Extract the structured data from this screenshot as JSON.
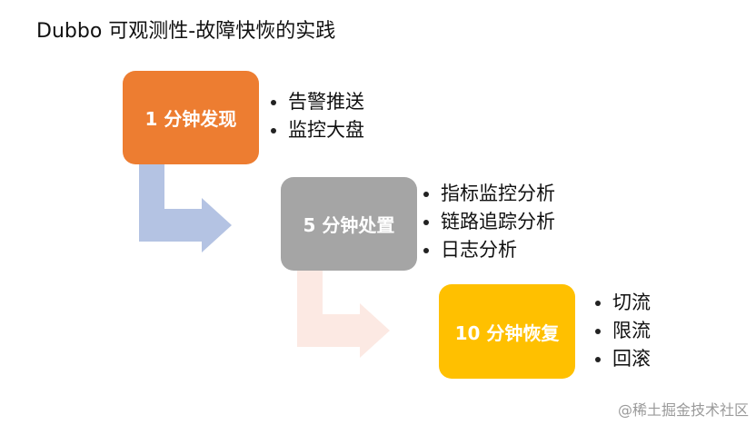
{
  "title": "Dubbo 可观测性-故障快恢的实践",
  "steps": [
    {
      "label": "1 分钟发现",
      "color": "#ED7D31",
      "items": [
        "告警推送",
        "监控大盘"
      ]
    },
    {
      "label": "5 分钟处置",
      "color": "#A5A5A5",
      "items": [
        "指标监控分析",
        "链路追踪分析",
        "日志分析"
      ]
    },
    {
      "label": "10 分钟恢复",
      "color": "#FFC000",
      "items": [
        "切流",
        "限流",
        "回滚"
      ]
    }
  ],
  "arrow_colors": [
    "#B4C3E3",
    "#FCE9E3"
  ],
  "watermark": "@稀土掘金技术社区"
}
